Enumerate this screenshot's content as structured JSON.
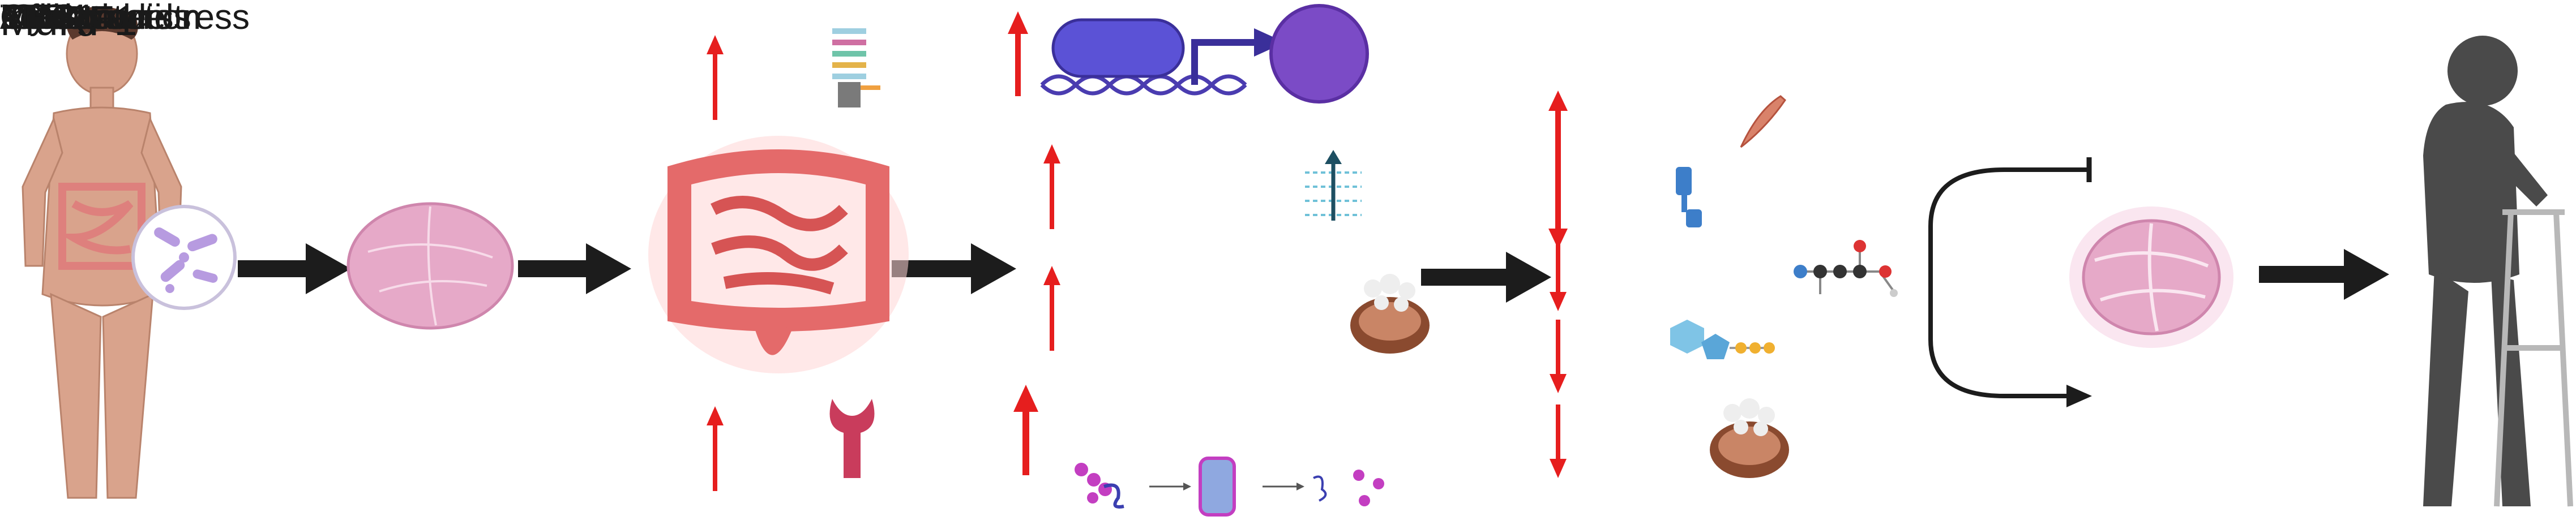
{
  "colors": {
    "up_arrow": "#e61e1e",
    "flow_arrow": "#1c1c1c",
    "muscle_pink": "#e6a9c8",
    "gut_red": "#e46a6a",
    "nfkb_fill": "#5b52d6",
    "ub_fill": "#7b4bc6",
    "elder_fill": "#4a4a4a"
  },
  "stage2_gut": {
    "lps": "LPS",
    "tlr4": "TLR4"
  },
  "stage3_signals": {
    "nfkb": "NF-κB",
    "ub": "Ub",
    "low_grade_line1": "Low-grade",
    "low_grade_line2": "Inflammation",
    "oxidative_stress": "Oxidative stress",
    "murf1": "MuRF1"
  },
  "stage4_factors": {
    "myostatin": "Myostatin",
    "igf1": "IGF-1",
    "amino_acids": "Amino acids",
    "atp": "ATP",
    "pgc1a": "PGC1a"
  },
  "stage5_balance": {
    "mps": "MPS",
    "mpb": "MPB"
  },
  "icons": [
    "child-figure-icon",
    "bacteria-circle-icon",
    "muscle-cross-section-icon",
    "inflamed-intestine-icon",
    "lps-molecule-icon",
    "tlr4-receptor-icon",
    "nfkb-promoter-icon",
    "ub-badge-icon",
    "inflammation-gradient-icon",
    "mitochondrion-icon",
    "myostatin-icon",
    "igf1-receptor-icon",
    "amino-acid-molecule-icon",
    "atp-molecule-icon",
    "proteasome-pathway-icon",
    "atrophic-muscle-icon",
    "elderly-walker-icon"
  ]
}
